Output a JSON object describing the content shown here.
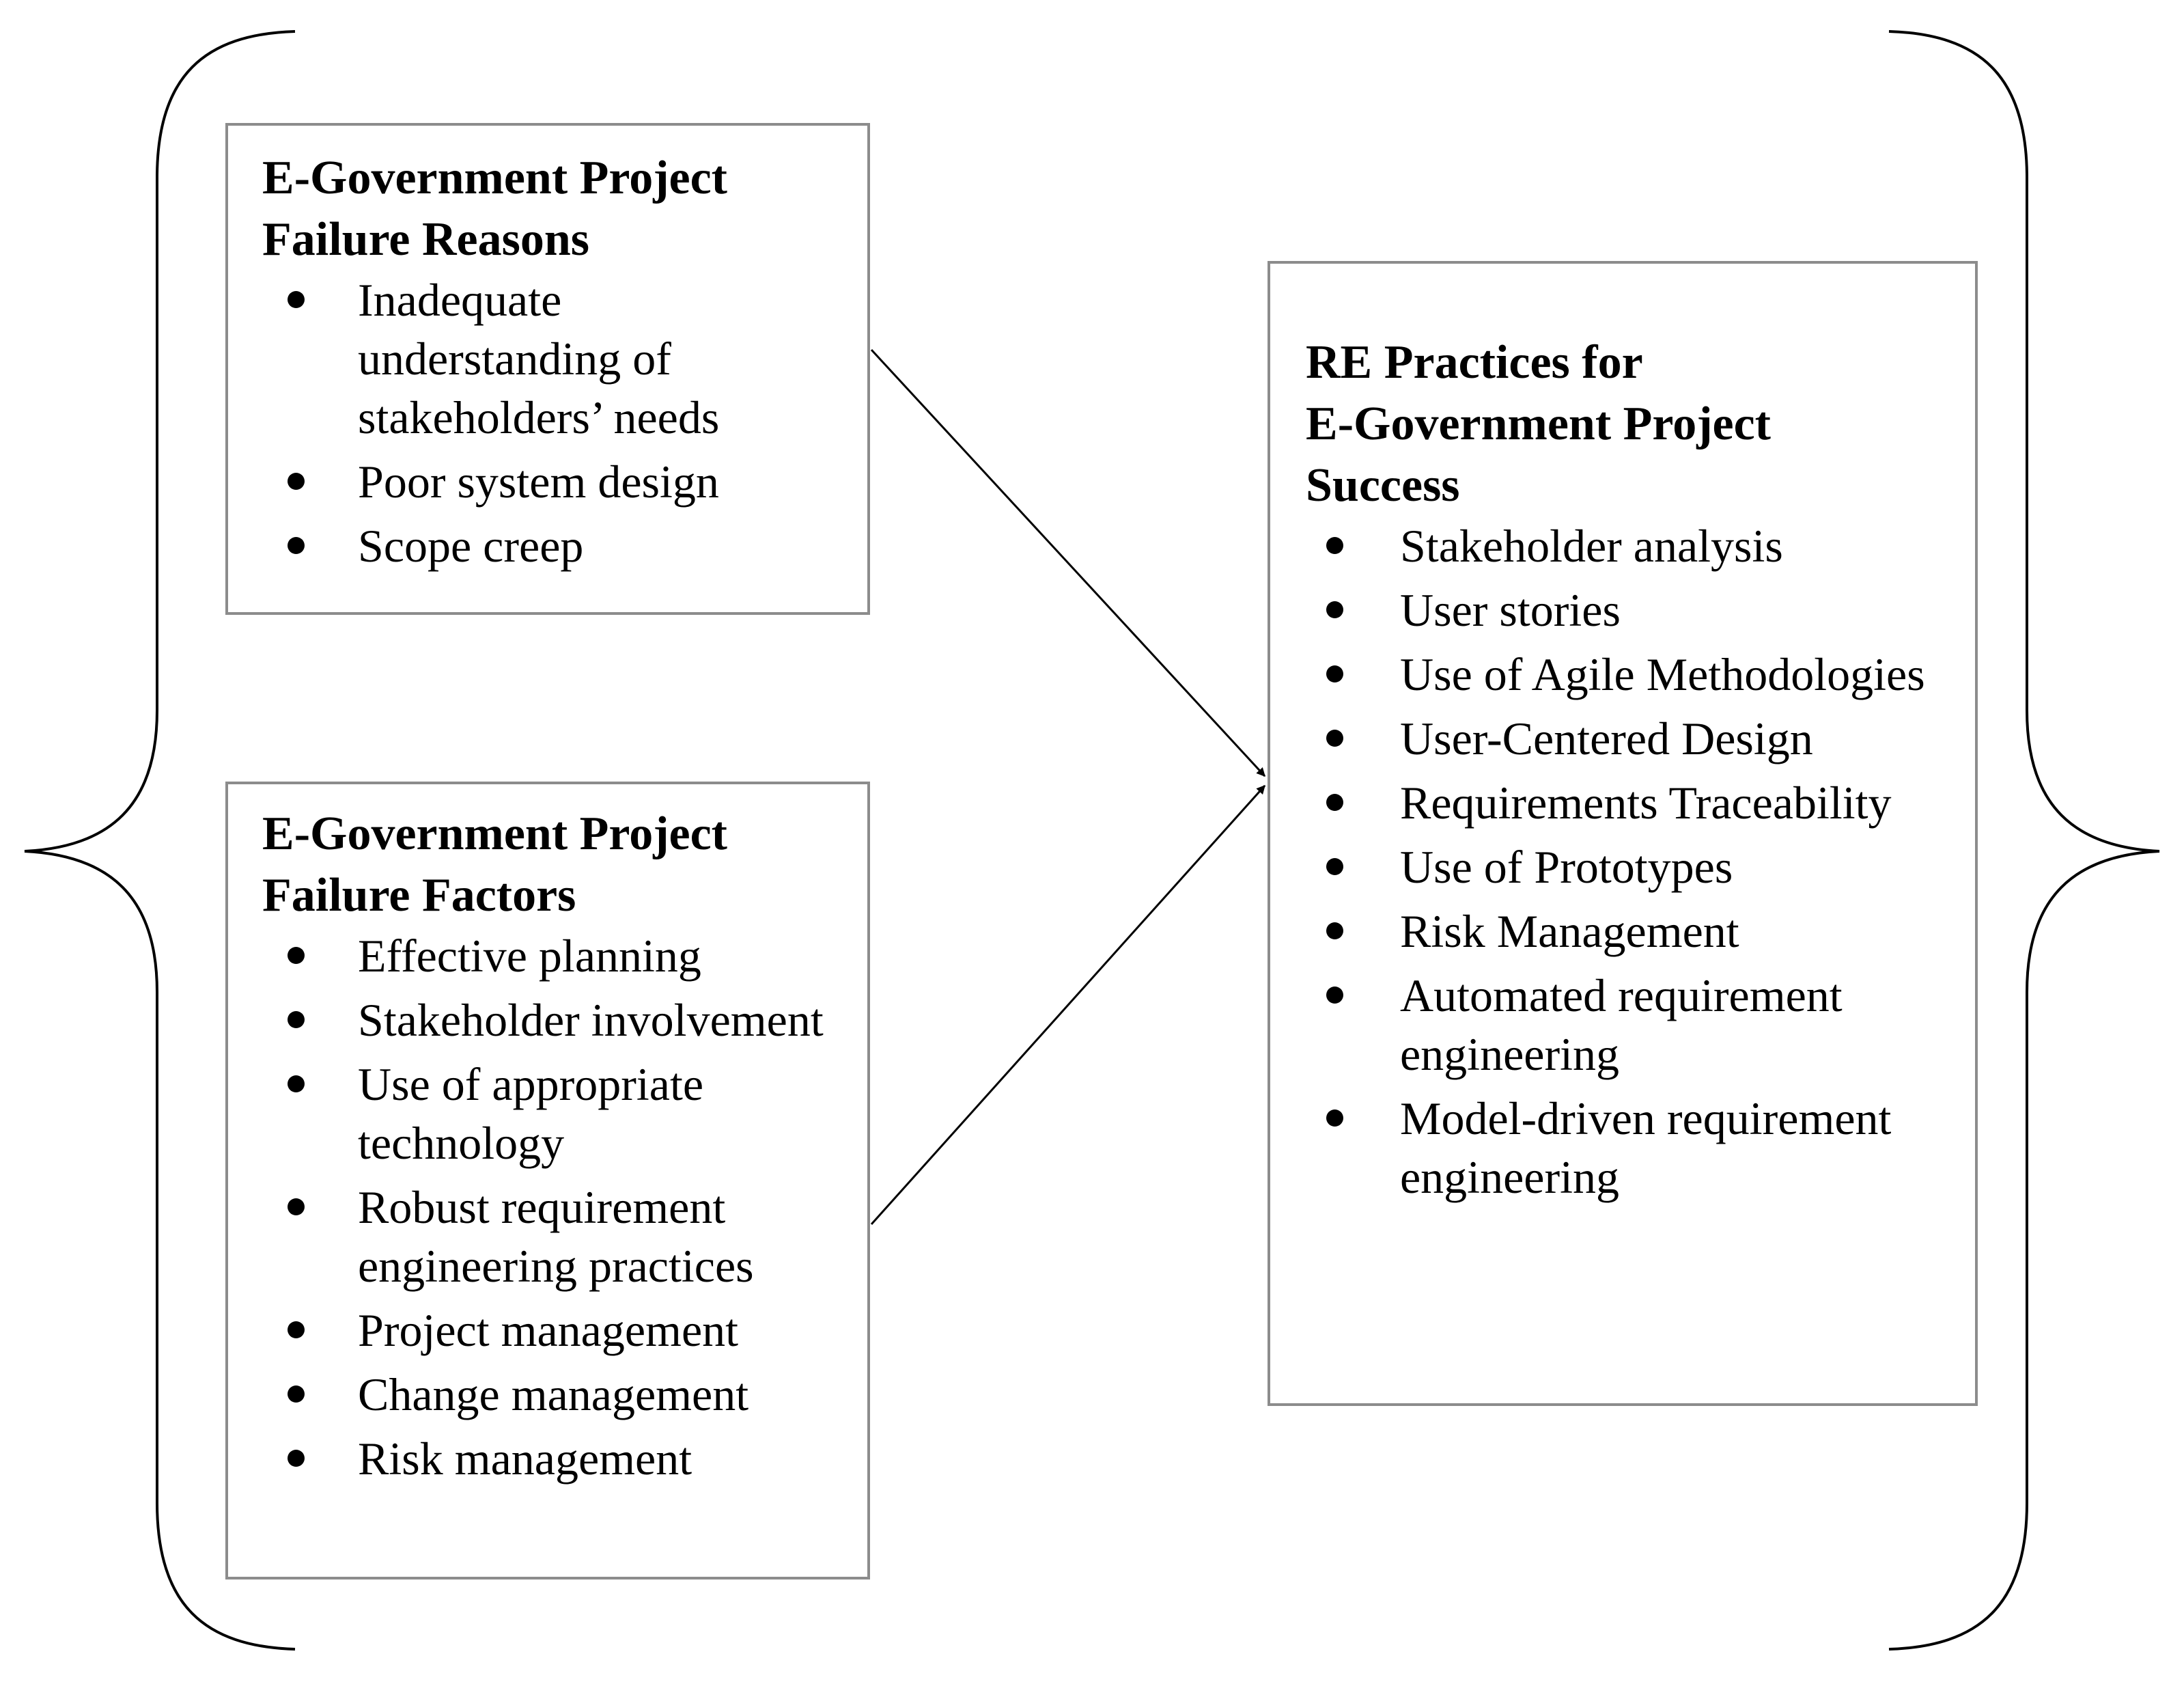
{
  "boxes": {
    "reasons": {
      "title_line1": "E-Government Project",
      "title_line2": "Failure Reasons",
      "items": [
        "Inadequate understanding of stakeholders’ needs",
        "Poor system design",
        "Scope creep"
      ]
    },
    "factors": {
      "title_line1": "E-Government Project",
      "title_line2": "Failure Factors",
      "items": [
        "Effective planning",
        "Stakeholder involvement",
        "Use of appropriate technology",
        "Robust requirement engineering practices",
        "Project management",
        "Change management",
        "Risk management"
      ]
    },
    "practices": {
      "title_line1": "RE Practices for",
      "title_line2": "E-Government Project",
      "title_line3": "Success",
      "items": [
        "Stakeholder analysis",
        "User stories",
        "Use of Agile Methodologies",
        "User-Centered Design",
        "Requirements Traceability",
        "Use of Prototypes",
        "Risk Management",
        "Automated requirement engineering",
        "Model-driven requirement engineering"
      ]
    }
  },
  "colors": {
    "box_border": "#8c8c8c",
    "text": "#000000",
    "lines": "#000000"
  }
}
